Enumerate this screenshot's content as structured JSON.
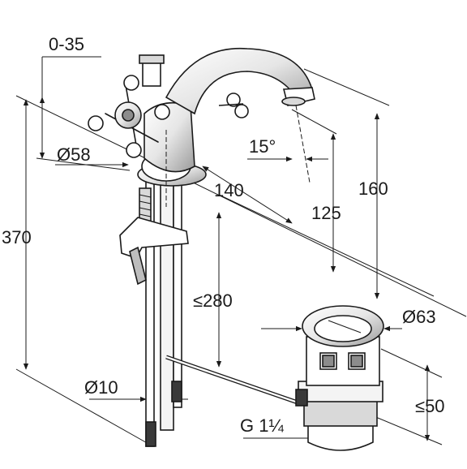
{
  "diagram": {
    "dimensions": {
      "offset_range": "0-35",
      "diameter_handle": "Ø58",
      "height_total": "370",
      "angle": "15°",
      "reach": "140",
      "height_spout_outlet": "125",
      "height_spout_top": "160",
      "max_underside": "≤280",
      "diameter_waste": "Ø63",
      "diameter_rod": "Ø10",
      "thread": "G 1¼",
      "max_waste": "≤50"
    },
    "colors": {
      "line": "#1a1a1a",
      "fill_light": "#f4f4f4",
      "fill_mid": "#d9d9d9",
      "fill_dark": "#8c8c8c"
    }
  }
}
